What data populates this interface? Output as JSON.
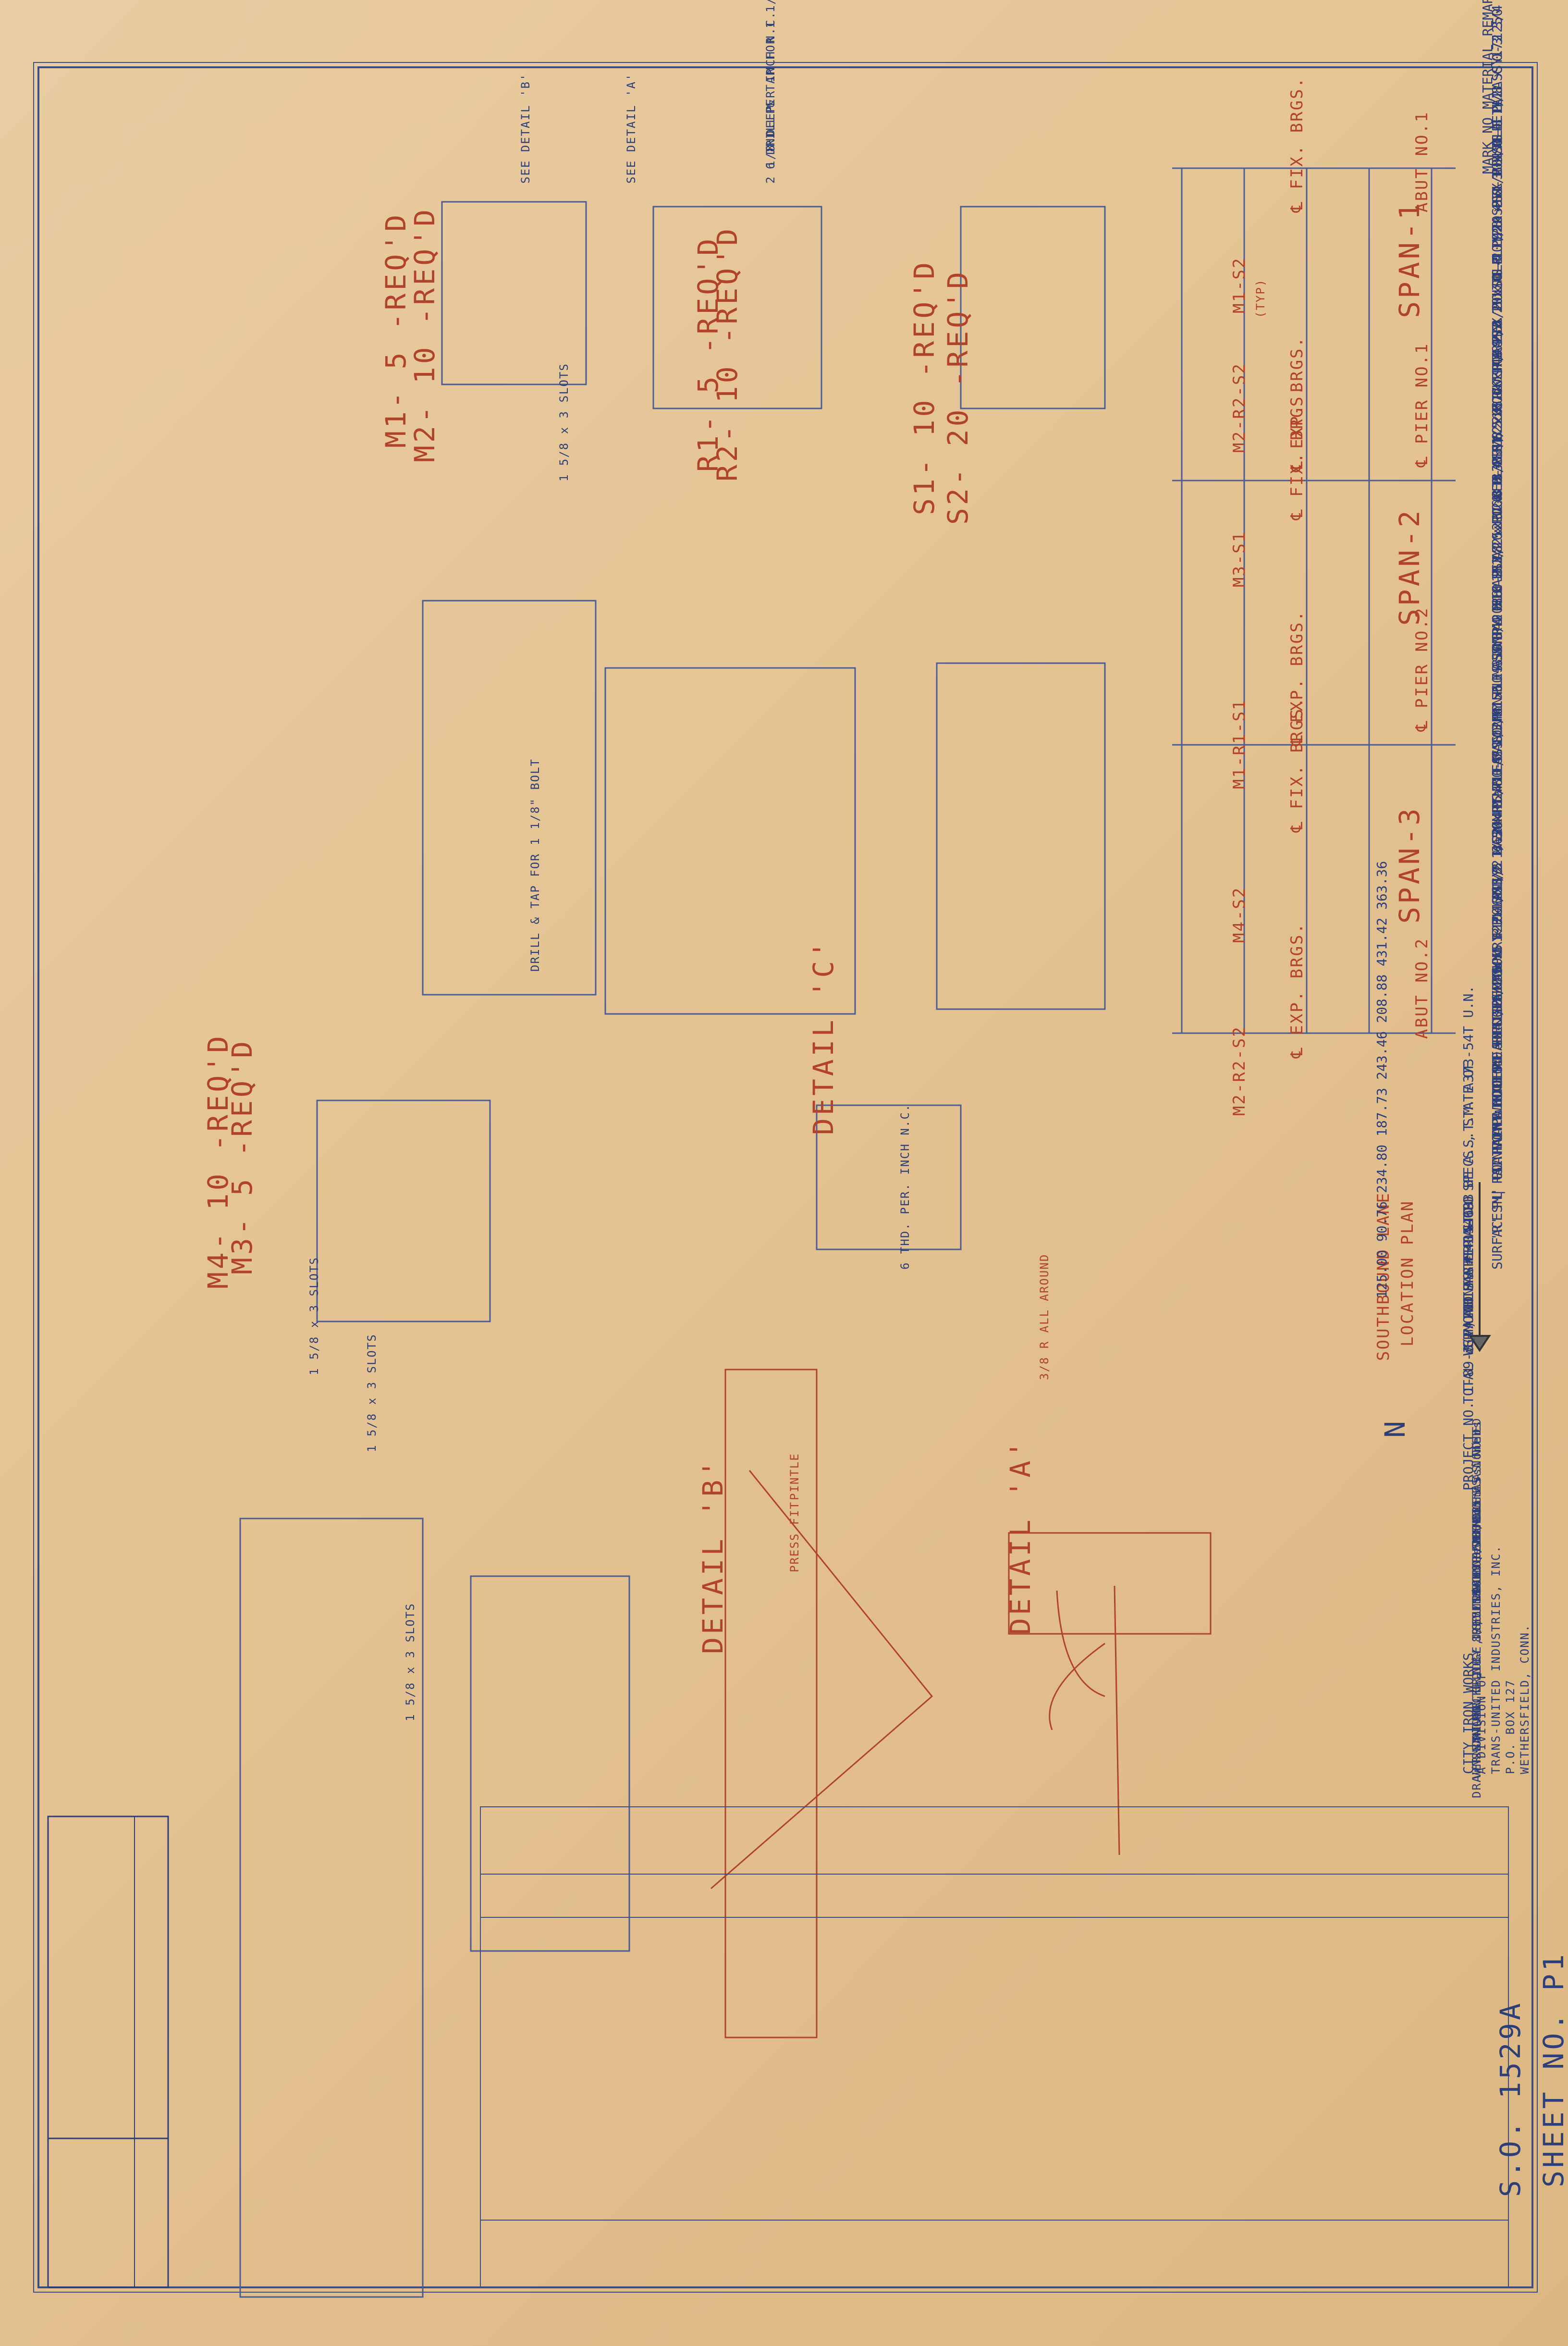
{
  "location_plan": {
    "abut_1": "ABUT NO.1",
    "pier_1": "℄ PIER NO.1",
    "pier_2": "℄ PIER NO.2",
    "abut_2": "ABUT NO.2",
    "fix_brgs": "℄ FIX. BRGS.",
    "exp_brgs": "℄ EXP. BRGS.",
    "span_1": "SPAN-1",
    "span_2": "SPAN-2",
    "span_3": "SPAN-3",
    "m1_s2": "M1-S2",
    "m2_r2_s2": "M2-R2-S2",
    "m3_s1": "M3-S1",
    "m1_r1_s1": "M1-R1-S1",
    "m4_s2": "M4-S2",
    "typ": "(TYP)",
    "southbound_lane": "SOUTHBOUND LANE",
    "title": "LOCATION PLAN",
    "north": "N"
  },
  "parts": {
    "s1_s2": {
      "line1": "S1- 10 -REQ'D",
      "line2": "S2- 20 -REQ'D"
    },
    "r1_r2": {
      "line1": "R1- 5 -REQ'D",
      "line2": "R2- 10 -REQ'D"
    },
    "m1_m2": {
      "line1": "M1- 5 -REQ'D",
      "line2": "M2- 10 -REQ'D"
    },
    "m3_m4": {
      "line1": "M3- 5 -REQ'D",
      "line2": "M4- 10 -REQ'D"
    }
  },
  "details": {
    "a": "DETAIL 'A'",
    "b": "DETAIL 'B'",
    "c": "DETAIL 'C'",
    "r_all_around": "3/8 R ALL AROUND",
    "press_fit": "PRESS FIT",
    "pintle": "PINTLE",
    "c_thread": "6 THD. PER. INCH N.C."
  },
  "notes": {
    "drill_tap_1": "DRILL & TAP FOR 1 1/8\" BOLT",
    "drill_tap_2": "6 THD. PER INCH N.C.",
    "drill_tap_3": "2 1/8 DEEP",
    "see_detail_a": "SEE DETAIL 'A'",
    "see_detail_b": "SEE DETAIL 'B'",
    "slots": "1 5/8 x 3 SLOTS",
    "materials_1": "ALL MATERIAL TO BE A.S.T.M. A373-54T U.N.",
    "materials_2": "PAINT AS PER STD. SPECS., STATE OF",
    "materials_3": "VERMONT PAR. 404-03B",
    "total_weight": "TOTAL WGT. THIS SHT 15469"
  },
  "bom": {
    "header": "MARK  NO  MATERIAL                 REMARKS  WEIGHT",
    "rows": [
      "S1  10  SOLE PL ASSY.                         1250",
      "20  HEX BOLTS 1 1/8 x 0-3 3/4  DETAIL C          86",
      "20  PL 4 x 1 x 0-4 1/2",
      "10  PL 9 x 2 1/2 x 1-8",
      "S2  20  SOLE PL ASSY.                         1815",
      "40  HEX BOLTS 1 1/8 x 0-3 3/4  DETAIL C         172",
      "40  PL 4 x 1 x 0-4 1/2",
      "20  PL 9 x 2 1/2 x 1-4",
      "R1  5  ROCKER ASSY.                            1174",
      "5  PL 6 x 3 x 1-7 7/8",
      "20  PL 1 1/2 x 1 x 0-4",
      "5  PL 8 x 2 1/2 x 1-7 7/8",
      "R2  10  ROCKER ASSY.                          1877",
      "10  PL 8 x 3 x 1-3 3/8",
      "40  PL 1 1/2 x 1 x 0-4",
      "10  PL 8 x 2 1/2 x 1-3 3/8",
      "M1  5  MASONRY PL ASSY.                       1217",
      "10  PINTLES 1 3/4 x 0-3  AT",
      "M2  10  MASONRY PL ASSY.                      2088",
      "20  PINTLES 1 3/4 x 0-3  AT",
      "M3  5  MASONRY PL ASSY.                       2156",
      "20  PL 3 1/2 x 1 x 0-6 1/2",
      "5  PL 10 1/2 x 3 x 1-7 1/2",
      "5  PL 12 x 2 1/2 x 2-4 5/8",
      "M4  10  MASONRY PL ASSY.                      3634",
      "40  PL 3 1/2 x 1 x 0-6 1/2",
      "10  PL 10 1/2 x 3 x 1-3 1/2"
    ],
    "paint_notes_title": "PAINT NOTES:",
    "paint_s": "'S'  NO PAINT",
    "paint_m": "'M'  PL PAINT BOTTOM & EDGES ONLY",
    "paint_r": "'R'  PL PAINT ALL EXCEPT FINISHED",
    "paint_surfaces": "SURFACES | COAT OF WHITE LEAD & TALLOW.",
    "weights": "125.00  90.76  234.80  187.73  243.46  208.88  431.42  363.36"
  },
  "title_block": {
    "project": "PROJECT NO. I-89-3(7)  CONT. #1",
    "company": "CITY IRON WORKS",
    "division": "A DIVISION OF",
    "parent": "TRANS-UNITED INDUSTRIES, INC.",
    "address": "P.O. BOX 127",
    "city": "WETHERSFIELD, CONN.",
    "bolts": "BOLTS  AS NOTED",
    "open_holes": "OPEN HOLES  AS NOTED",
    "paint": "PAINT  SEE NOTES",
    "revisions": "REVISIONS",
    "revision_note": "1 - 1/65  Line Rev. Commissioners",
    "route": "ROUTE NO. 89, MISSISQUOI",
    "bridge": "RIVER BRIDGE, SOUTHBOUND LANE",
    "town": "SWANTON",
    "state": "VERMONT",
    "drawn_by": "DRAWN BY  CHECKED BY  J.E.  DATE 7/28/63",
    "shop_order": "S.O. 1529A",
    "sheet_no": "SHEET NO. P1"
  }
}
